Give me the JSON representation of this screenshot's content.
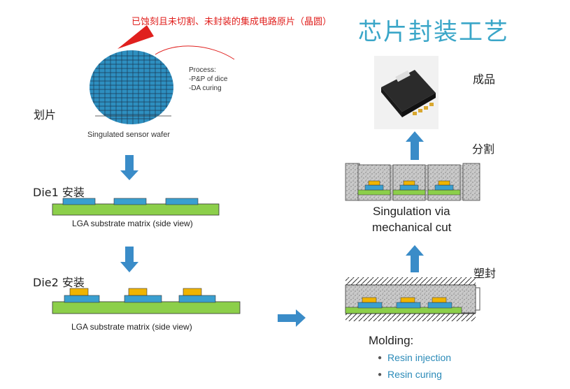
{
  "title": "芯片封装工艺",
  "red_note": "已蚀刻且未切割、未封装的集成电路原片（晶圆）",
  "process": {
    "title": "Process:",
    "lines": [
      "-P&P of dice",
      "-DA curing"
    ]
  },
  "wafer_caption": "Singulated sensor wafer",
  "steps": {
    "dicing": "划片",
    "die1": "Die1 安装",
    "die2": "Die2 安装",
    "product": "成品",
    "separate": "分割",
    "mold": "塑封"
  },
  "substrate_caption_1": "LGA substrate matrix (side view)",
  "substrate_caption_2": "LGA substrate matrix (side view)",
  "singulation": [
    "Singulation via",
    "mechanical cut"
  ],
  "molding": {
    "title": "Molding:",
    "bullets": [
      "Resin injection",
      "Resin curing"
    ]
  },
  "colors": {
    "wafer": "#2e8fc0",
    "substrate": "#8ccf4a",
    "die1": "#3a9fd0",
    "die2": "#f0b400",
    "arrow": "#3a8cc8",
    "title": "#3aa6c8",
    "note": "#e0201e"
  }
}
